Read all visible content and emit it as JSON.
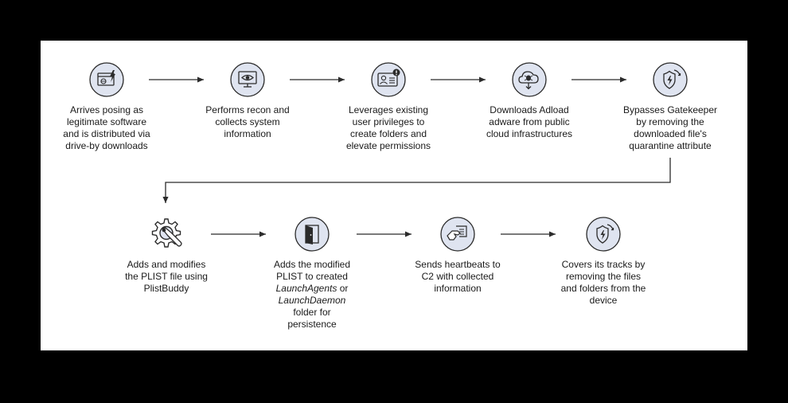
{
  "diagram": {
    "colors": {
      "icon_fill": "#dfe4f0",
      "icon_stroke": "#2b2b2b",
      "arrow": "#2b2b2b",
      "panel": "#ffffff",
      "background": "#000000"
    },
    "steps": [
      {
        "icon": "browser-download-icon",
        "lines": [
          "Arrives posing as",
          "legitimate software",
          "and is distributed via",
          "drive-by downloads"
        ]
      },
      {
        "icon": "monitor-eye-icon",
        "lines": [
          "Performs recon and",
          "collects system",
          "information"
        ]
      },
      {
        "icon": "id-card-alert-icon",
        "lines": [
          "Leverages existing",
          "user privileges to",
          "create folders and",
          "elevate permissions"
        ]
      },
      {
        "icon": "cloud-download-icon",
        "lines": [
          "Downloads Adload",
          "adware from public",
          "cloud infrastructures"
        ]
      },
      {
        "icon": "shield-lightning-icon",
        "lines": [
          "Bypasses Gatekeeper",
          "by removing the",
          "downloaded file's",
          "quarantine attribute"
        ]
      },
      {
        "icon": "gear-wrench-icon",
        "lines": [
          "Adds and modifies",
          "the PLIST file using",
          "PlistBuddy"
        ]
      },
      {
        "icon": "door-icon",
        "line1": "Adds the modified",
        "line2_italic": "LaunchAgents",
        "line2_pre": "PLIST to created",
        "line2_post": " or",
        "line3_italic": "LaunchDaemon",
        "line4": "folder for",
        "line5": "persistence"
      },
      {
        "icon": "hand-document-icon",
        "lines": [
          "Sends heartbeats to",
          "C2 with collected",
          "information"
        ]
      },
      {
        "icon": "shield-lightning-icon",
        "lines": [
          "Covers its tracks by",
          "removing the files",
          "and folders from the",
          "device"
        ]
      }
    ]
  }
}
